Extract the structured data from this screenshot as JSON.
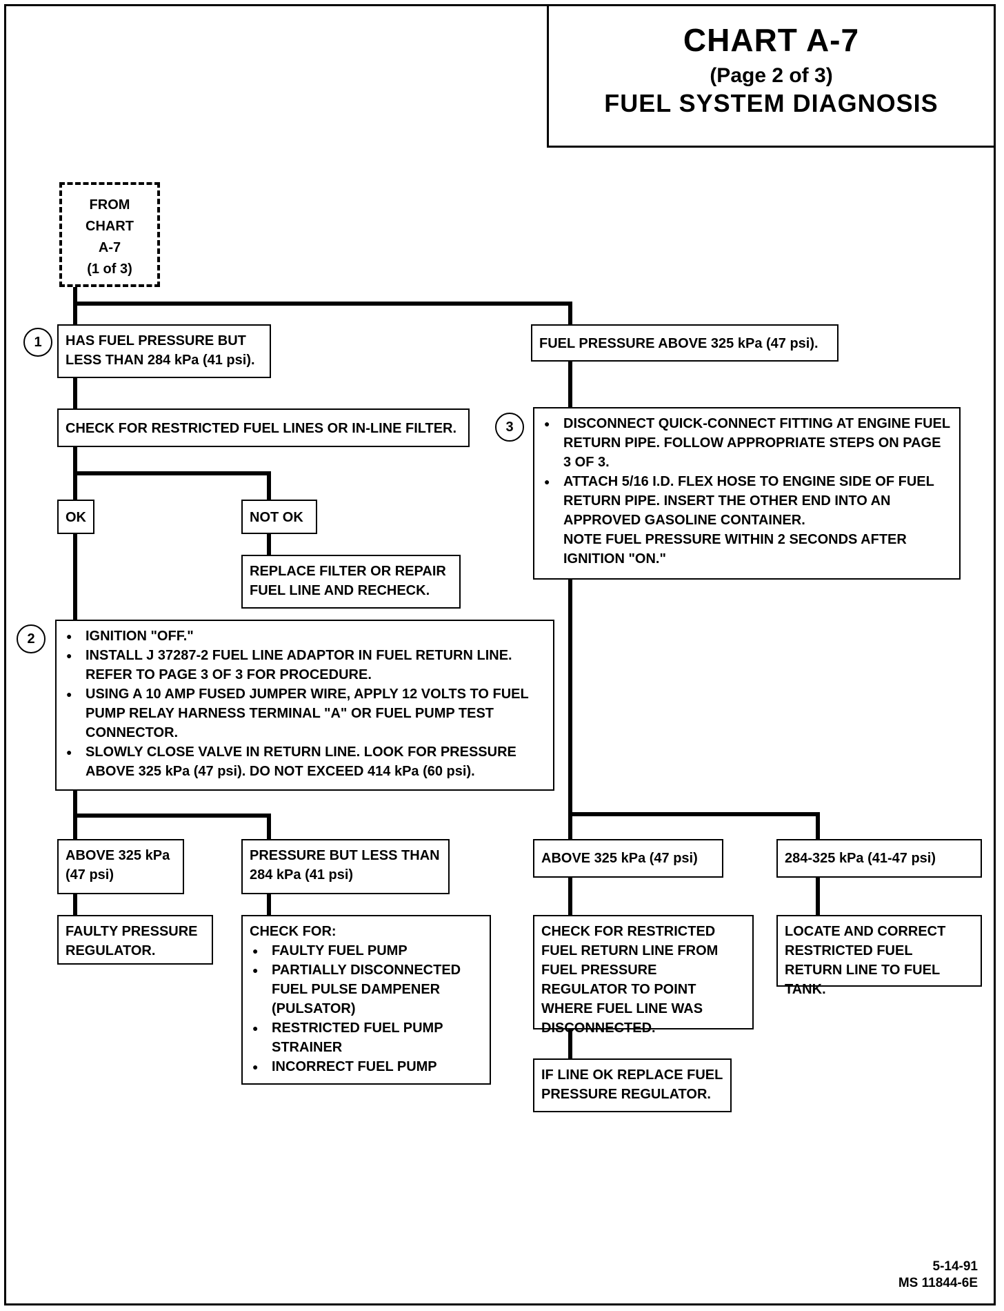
{
  "header": {
    "title": "CHART A-7",
    "page": "(Page 2 of 3)",
    "subtitle": "FUEL SYSTEM DIAGNOSIS"
  },
  "start": {
    "lines": [
      "FROM",
      "CHART",
      "A-7",
      "(1 of 3)"
    ]
  },
  "step_numbers": [
    "1",
    "2",
    "3"
  ],
  "left_branch": {
    "condition": "HAS FUEL PRESSURE BUT LESS THAN 284 kPa (41 psi).",
    "check": "CHECK FOR RESTRICTED FUEL LINES OR IN-LINE FILTER.",
    "ok": "OK",
    "not_ok": "NOT OK",
    "not_ok_action": "REPLACE FILTER OR REPAIR FUEL LINE AND RECHECK.",
    "step2_items": [
      "IGNITION \"OFF.\"",
      "INSTALL J 37287-2 FUEL LINE ADAPTOR IN FUEL RETURN LINE. REFER TO PAGE 3 OF 3 FOR PROCEDURE.",
      "USING A 10 AMP FUSED JUMPER WIRE, APPLY 12 VOLTS TO FUEL PUMP RELAY HARNESS TERMINAL \"A\" OR FUEL PUMP TEST CONNECTOR.",
      "SLOWLY CLOSE VALVE IN RETURN LINE. LOOK FOR PRESSURE ABOVE 325 kPa (47 psi). DO NOT EXCEED 414 kPa (60 psi)."
    ],
    "result_above": "ABOVE 325 kPa (47 psi)",
    "result_above_action": "FAULTY PRESSURE REGULATOR.",
    "result_less": "PRESSURE BUT LESS THAN 284 kPa (41 psi)",
    "check_for_head": "CHECK FOR:",
    "check_for_items": [
      "FAULTY FUEL PUMP",
      "PARTIALLY DISCONNECTED FUEL PULSE DAMPENER (PULSATOR)",
      "RESTRICTED FUEL PUMP STRAINER",
      "INCORRECT FUEL PUMP"
    ]
  },
  "right_branch": {
    "condition": "FUEL PRESSURE ABOVE 325 kPa (47 psi).",
    "step3_items": [
      "DISCONNECT QUICK-CONNECT FITTING AT ENGINE FUEL RETURN PIPE. FOLLOW APPROPRIATE STEPS ON PAGE 3 OF 3.",
      "ATTACH 5/16 I.D. FLEX HOSE TO ENGINE SIDE OF FUEL RETURN PIPE. INSERT THE OTHER END INTO AN APPROVED GASOLINE CONTAINER."
    ],
    "step3_note": "NOTE FUEL PRESSURE WITHIN 2 SECONDS AFTER IGNITION \"ON.\"",
    "result_above": "ABOVE 325 kPa (47 psi)",
    "result_above_action": "CHECK FOR RESTRICTED FUEL RETURN LINE FROM FUEL PRESSURE REGULATOR TO POINT WHERE FUEL LINE WAS DISCONNECTED.",
    "result_above_final": "IF LINE OK REPLACE FUEL PRESSURE REGULATOR.",
    "result_range": "284-325 kPa (41-47 psi)",
    "result_range_action": "LOCATE AND CORRECT RESTRICTED FUEL RETURN LINE TO FUEL TANK."
  },
  "footer": {
    "date": "5-14-91",
    "code": "MS 11844-6E"
  }
}
